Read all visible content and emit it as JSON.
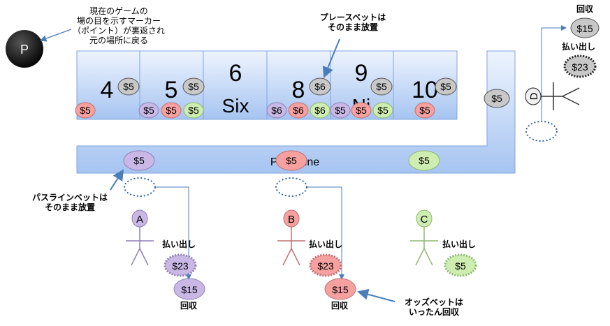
{
  "notes": {
    "puck_note": "現在のゲームの\n場の目を示すマーカー\n（ポイント）が裏返され\n元の場所に戻る",
    "place_bet_note": "プレースベットは\nそのまま放置",
    "pass_line_note": "パスラインベットは\nそのまま放置",
    "odds_note": "オッズベットは\nいったん回収"
  },
  "puck_label": "P",
  "boxes": {
    "b4": "4",
    "b5": "5",
    "b6": "6",
    "b6_word": "Six",
    "b8": "8",
    "b9": "9",
    "b9_word": "Ni",
    "b10": "10"
  },
  "pass_line_label": "Pass Line",
  "players": {
    "a": {
      "name": "A",
      "payout_label": "払い出し",
      "payout": "$23",
      "collect_label": "回収",
      "collect": "$15"
    },
    "b": {
      "name": "B",
      "payout_label": "払い出し",
      "payout": "$23",
      "collect_label": "回収",
      "collect": "$15"
    },
    "c": {
      "name": "C",
      "payout_label": "払い出し",
      "payout": "$5"
    },
    "d": {
      "name": "D",
      "payout_label": "払い出し",
      "payout": "$23",
      "collect_label": "回収",
      "collect": "$15"
    }
  },
  "chips": {
    "c4_gray": "$5",
    "c4_red": "$5",
    "c5_gray": "$5",
    "c5_purple": "$5",
    "c5_red": "$5",
    "c5_green": "$5",
    "c8_gray": "$6",
    "c8_purple": "$6",
    "c8_red": "$6",
    "c8_green": "$6",
    "c9_gray": "$5",
    "c9_purple": "$5",
    "c9_red": "$5",
    "c9_green": "$5",
    "c10_gray": "$5",
    "c10_red": "$5",
    "come_gray": "$5",
    "pass_purple": "$5",
    "pass_red": "$5",
    "pass_green": "$5"
  },
  "colors": {
    "purple": "#c9b8e6",
    "red": "#f6a0a0",
    "green": "#cdeeb0",
    "gray": "#c8c8c8",
    "box_top": "#e9f1fd",
    "box_bottom": "#a9c6f2",
    "arrow": "#4a7ebb"
  }
}
